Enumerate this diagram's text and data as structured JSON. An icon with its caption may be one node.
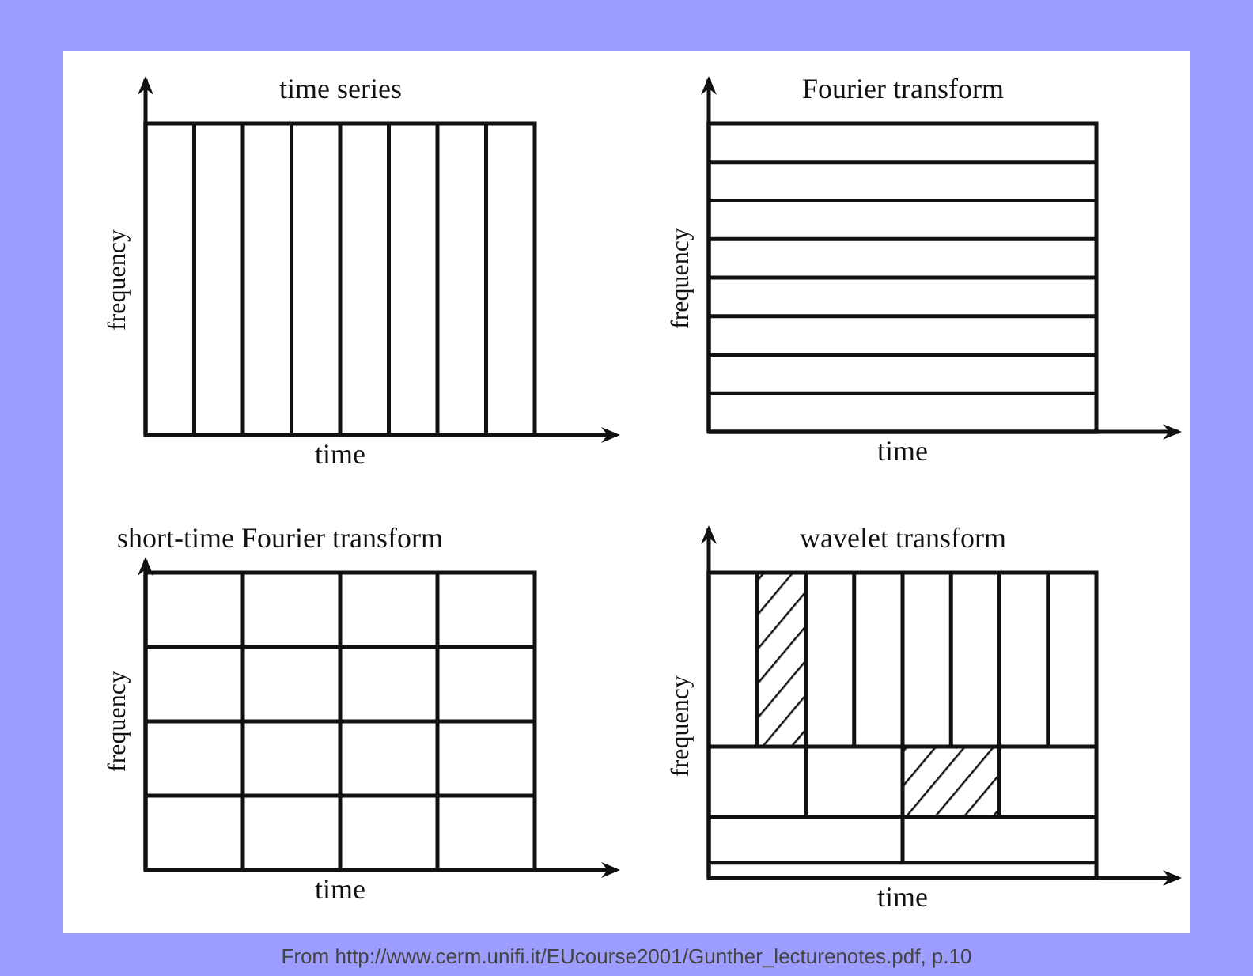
{
  "diagram": {
    "caption": "From http://www.cerm.unifi.it/EUcourse2001/Gunther_lecturenotes.pdf, p.10",
    "labels": [
      "time series",
      "frequency",
      "time",
      "Fourier transform",
      "frequency",
      "time",
      "short-time Fourier transform",
      "frequency",
      "time",
      "wavelet transform",
      "frequency",
      "time"
    ]
  }
}
